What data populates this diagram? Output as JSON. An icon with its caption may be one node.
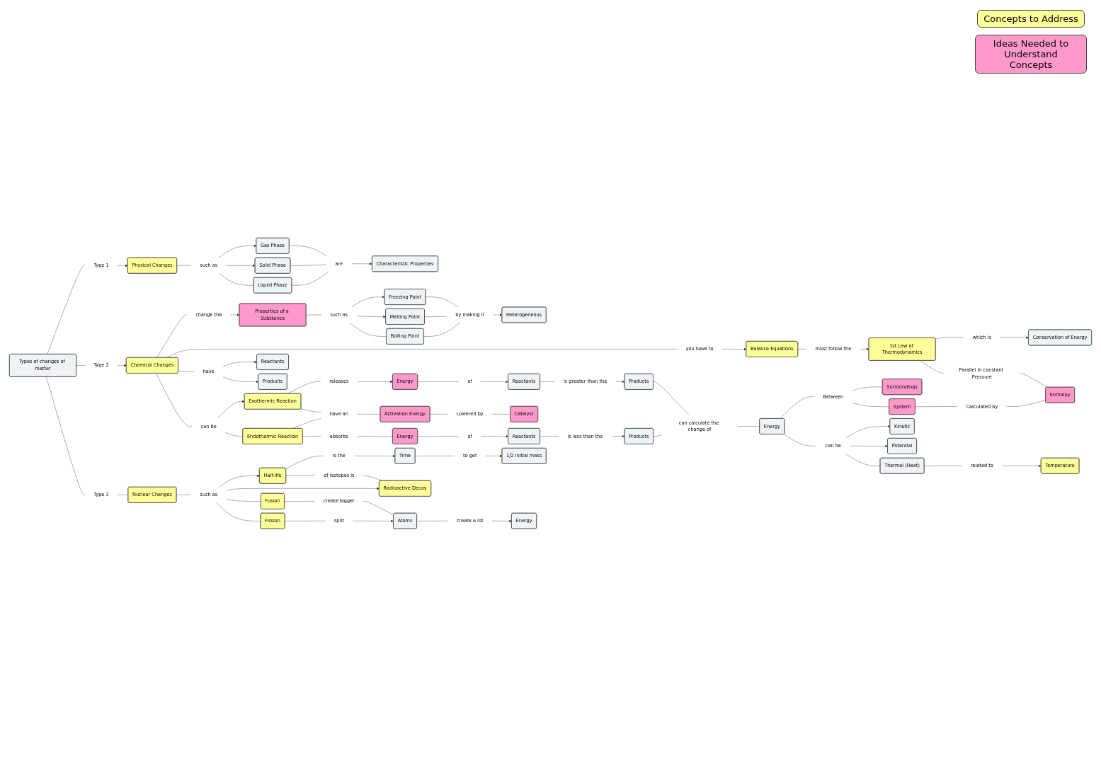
{
  "diagram": {
    "nodes": [
      {
        "text": [
          "Types of changes of matter"
        ]
      },
      {
        "text": [
          "Type 1"
        ]
      },
      {
        "text": [
          "Physical Changes"
        ]
      },
      {
        "text": [
          "such as"
        ]
      },
      {
        "text": [
          "Gas Phase"
        ]
      },
      {
        "text": [
          "Solid Phase"
        ]
      },
      {
        "text": [
          "Liquid Phase"
        ]
      },
      {
        "text": [
          "are"
        ]
      },
      {
        "text": [
          "Characteristic Properties"
        ]
      },
      {
        "text": [
          "Type 2"
        ]
      },
      {
        "text": [
          "Chemical Changes"
        ]
      },
      {
        "text": [
          "change the"
        ]
      },
      {
        "text": [
          "Properties of a Substance"
        ]
      },
      {
        "text": [
          "such as"
        ]
      },
      {
        "text": [
          "Freezing Point"
        ]
      },
      {
        "text": [
          "Melting Point"
        ]
      },
      {
        "text": [
          "Boiling Point"
        ]
      },
      {
        "text": [
          "by making it"
        ]
      },
      {
        "text": [
          "Heterogeneous"
        ]
      },
      {
        "text": [
          "you have to"
        ]
      },
      {
        "text": [
          "Balance Equations"
        ]
      },
      {
        "text": [
          "must follow the"
        ]
      },
      {
        "text": [
          "1st Law of Thermodynamics"
        ]
      },
      {
        "text": [
          "which is"
        ]
      },
      {
        "text": [
          "Conservation of Energy"
        ]
      },
      {
        "text": [
          "have"
        ]
      },
      {
        "text": [
          "Reactants"
        ]
      },
      {
        "text": [
          "Products"
        ]
      },
      {
        "text": [
          "can be"
        ]
      },
      {
        "text": [
          "Exothermic Reaction"
        ]
      },
      {
        "text": [
          "Endothermic Reaction"
        ]
      },
      {
        "text": [
          "releases"
        ]
      },
      {
        "text": [
          "Energy"
        ]
      },
      {
        "text": [
          "of"
        ]
      },
      {
        "text": [
          "Reactants"
        ]
      },
      {
        "text": [
          "is greater than the"
        ]
      },
      {
        "text": [
          "Products"
        ]
      },
      {
        "text": [
          "have an"
        ]
      },
      {
        "text": [
          "Activation Energy"
        ]
      },
      {
        "text": [
          "Lowered by"
        ]
      },
      {
        "text": [
          "Catalyst"
        ]
      },
      {
        "text": [
          "absorbs"
        ]
      },
      {
        "text": [
          "Energy"
        ]
      },
      {
        "text": [
          "of"
        ]
      },
      {
        "text": [
          "Reactants"
        ]
      },
      {
        "text": [
          "is less than the"
        ]
      },
      {
        "text": [
          "Products"
        ]
      },
      {
        "text": [
          "can calculate the change of"
        ]
      },
      {
        "text": [
          "Energy"
        ]
      },
      {
        "text": [
          "Between"
        ]
      },
      {
        "text": [
          "Surroundings"
        ]
      },
      {
        "text": [
          "System"
        ]
      },
      {
        "text": [
          "Calculated by"
        ]
      },
      {
        "text": [
          "Enthalpy"
        ]
      },
      {
        "text": [
          "Parallel in constant Pressure"
        ]
      },
      {
        "text": [
          "can be"
        ]
      },
      {
        "text": [
          "Kinetic"
        ]
      },
      {
        "text": [
          "Potential"
        ]
      },
      {
        "text": [
          "Thermal (Heat)"
        ]
      },
      {
        "text": [
          "related to"
        ]
      },
      {
        "text": [
          "Temperature"
        ]
      },
      {
        "text": [
          "Type 3"
        ]
      },
      {
        "text": [
          "Nuclear Changes"
        ]
      },
      {
        "text": [
          "such as"
        ]
      },
      {
        "text": [
          "Half-life"
        ]
      },
      {
        "text": [
          "is the"
        ]
      },
      {
        "text": [
          "Time"
        ]
      },
      {
        "text": [
          "to get"
        ]
      },
      {
        "text": [
          "1/2 initial mass"
        ]
      },
      {
        "text": [
          "of isotopes is"
        ]
      },
      {
        "text": [
          "Radioactive Decay"
        ]
      },
      {
        "text": [
          "Fusion"
        ]
      },
      {
        "text": [
          "Fission"
        ]
      },
      {
        "text": [
          "create bigger"
        ]
      },
      {
        "text": [
          "split"
        ]
      },
      {
        "text": [
          "Atoms"
        ]
      },
      {
        "text": [
          "create a lot"
        ]
      },
      {
        "text": [
          "Energy"
        ]
      }
    ],
    "edges": [
      {
        "from": 0,
        "to": 1,
        "arrow": "none"
      },
      {
        "from": 1,
        "to": 2,
        "arrow": "to"
      },
      {
        "from": 2,
        "to": 3,
        "arrow": "none"
      },
      {
        "from": 3,
        "to": 4,
        "arrow": "to"
      },
      {
        "from": 3,
        "to": 5,
        "arrow": "to"
      },
      {
        "from": 3,
        "to": 6,
        "arrow": "none"
      },
      {
        "from": 4,
        "to": 7,
        "arrow": "none"
      },
      {
        "from": 5,
        "to": 7,
        "arrow": "none"
      },
      {
        "from": 6,
        "to": 7,
        "arrow": "none"
      },
      {
        "from": 7,
        "to": 8,
        "arrow": "to"
      },
      {
        "from": 0,
        "to": 9,
        "arrow": "none"
      },
      {
        "from": 9,
        "to": 10,
        "arrow": "to"
      },
      {
        "from": 10,
        "to": 11,
        "arrow": "none"
      },
      {
        "from": 11,
        "to": 12,
        "arrow": "to"
      },
      {
        "from": 12,
        "to": 13,
        "arrow": "none"
      },
      {
        "from": 13,
        "to": 14,
        "arrow": "to"
      },
      {
        "from": 13,
        "to": 15,
        "arrow": "to"
      },
      {
        "from": 13,
        "to": 16,
        "arrow": "none"
      },
      {
        "from": 14,
        "to": 17,
        "arrow": "none"
      },
      {
        "from": 15,
        "to": 17,
        "arrow": "none"
      },
      {
        "from": 16,
        "to": 17,
        "arrow": "none"
      },
      {
        "from": 17,
        "to": 18,
        "arrow": "to"
      },
      {
        "from": 10,
        "to": 19,
        "arrow": "none"
      },
      {
        "from": 19,
        "to": 20,
        "arrow": "to"
      },
      {
        "from": 20,
        "to": 21,
        "arrow": "none"
      },
      {
        "from": 21,
        "to": 22,
        "arrow": "to"
      },
      {
        "from": 22,
        "to": 23,
        "arrow": "none"
      },
      {
        "from": 23,
        "to": 24,
        "arrow": "to"
      },
      {
        "from": 10,
        "to": 25,
        "arrow": "none"
      },
      {
        "from": 25,
        "to": 26,
        "arrow": "to"
      },
      {
        "from": 25,
        "to": 27,
        "arrow": "to"
      },
      {
        "from": 10,
        "to": 28,
        "arrow": "none"
      },
      {
        "from": 28,
        "to": 29,
        "arrow": "to"
      },
      {
        "from": 28,
        "to": 30,
        "arrow": "none"
      },
      {
        "from": 29,
        "to": 31,
        "arrow": "none"
      },
      {
        "from": 31,
        "to": 32,
        "arrow": "to"
      },
      {
        "from": 32,
        "to": 33,
        "arrow": "none"
      },
      {
        "from": 33,
        "to": 34,
        "arrow": "to"
      },
      {
        "from": 34,
        "to": 35,
        "arrow": "none"
      },
      {
        "from": 35,
        "to": 36,
        "arrow": "to"
      },
      {
        "from": 29,
        "to": 37,
        "arrow": "none"
      },
      {
        "from": 30,
        "to": 37,
        "arrow": "none"
      },
      {
        "from": 37,
        "to": 38,
        "arrow": "none"
      },
      {
        "from": 38,
        "to": 39,
        "arrow": "none"
      },
      {
        "from": 39,
        "to": 40,
        "arrow": "none"
      },
      {
        "from": 30,
        "to": 41,
        "arrow": "none"
      },
      {
        "from": 41,
        "to": 42,
        "arrow": "none"
      },
      {
        "from": 42,
        "to": 43,
        "arrow": "none"
      },
      {
        "from": 43,
        "to": 44,
        "arrow": "to"
      },
      {
        "from": 44,
        "to": 45,
        "arrow": "none"
      },
      {
        "from": 45,
        "to": 46,
        "arrow": "to"
      },
      {
        "from": 36,
        "to": 47,
        "arrow": "none"
      },
      {
        "from": 46,
        "to": 47,
        "arrow": "none"
      },
      {
        "from": 47,
        "to": 48,
        "arrow": "none"
      },
      {
        "from": 48,
        "to": 49,
        "arrow": "none"
      },
      {
        "from": 49,
        "to": 50,
        "arrow": "none"
      },
      {
        "from": 49,
        "to": 51,
        "arrow": "none"
      },
      {
        "from": 51,
        "to": 52,
        "arrow": "none"
      },
      {
        "from": 52,
        "to": 53,
        "arrow": "none"
      },
      {
        "from": 22,
        "to": 54,
        "arrow": "none"
      },
      {
        "from": 54,
        "to": 53,
        "arrow": "none"
      },
      {
        "from": 48,
        "to": 55,
        "arrow": "none"
      },
      {
        "from": 55,
        "to": 56,
        "arrow": "to"
      },
      {
        "from": 55,
        "to": 57,
        "arrow": "to"
      },
      {
        "from": 55,
        "to": 58,
        "arrow": "none"
      },
      {
        "from": 58,
        "to": 59,
        "arrow": "none"
      },
      {
        "from": 59,
        "to": 60,
        "arrow": "to"
      },
      {
        "from": 0,
        "to": 61,
        "arrow": "none"
      },
      {
        "from": 61,
        "to": 62,
        "arrow": "none"
      },
      {
        "from": 62,
        "to": 63,
        "arrow": "none"
      },
      {
        "from": 63,
        "to": 64,
        "arrow": "to"
      },
      {
        "from": 63,
        "to": 70,
        "arrow": "to"
      },
      {
        "from": 63,
        "to": 71,
        "arrow": "none"
      },
      {
        "from": 63,
        "to": 72,
        "arrow": "none"
      },
      {
        "from": 64,
        "to": 65,
        "arrow": "none"
      },
      {
        "from": 65,
        "to": 66,
        "arrow": "to"
      },
      {
        "from": 66,
        "to": 67,
        "arrow": "none"
      },
      {
        "from": 67,
        "to": 68,
        "arrow": "to"
      },
      {
        "from": 64,
        "to": 69,
        "arrow": "none"
      },
      {
        "from": 69,
        "to": 70,
        "arrow": "none"
      },
      {
        "from": 71,
        "to": 73,
        "arrow": "none"
      },
      {
        "from": 73,
        "to": 75,
        "arrow": "none"
      },
      {
        "from": 72,
        "to": 74,
        "arrow": "none"
      },
      {
        "from": 74,
        "to": 75,
        "arrow": "to"
      },
      {
        "from": 75,
        "to": 76,
        "arrow": "none"
      },
      {
        "from": 76,
        "to": 77,
        "arrow": "to"
      }
    ],
    "legend": [
      {
        "text": "Concepts to Address",
        "color": "#ffff99"
      },
      {
        "text": "Ideas Needed to Understand Concepts",
        "color": "#ff99cc"
      }
    ]
  }
}
